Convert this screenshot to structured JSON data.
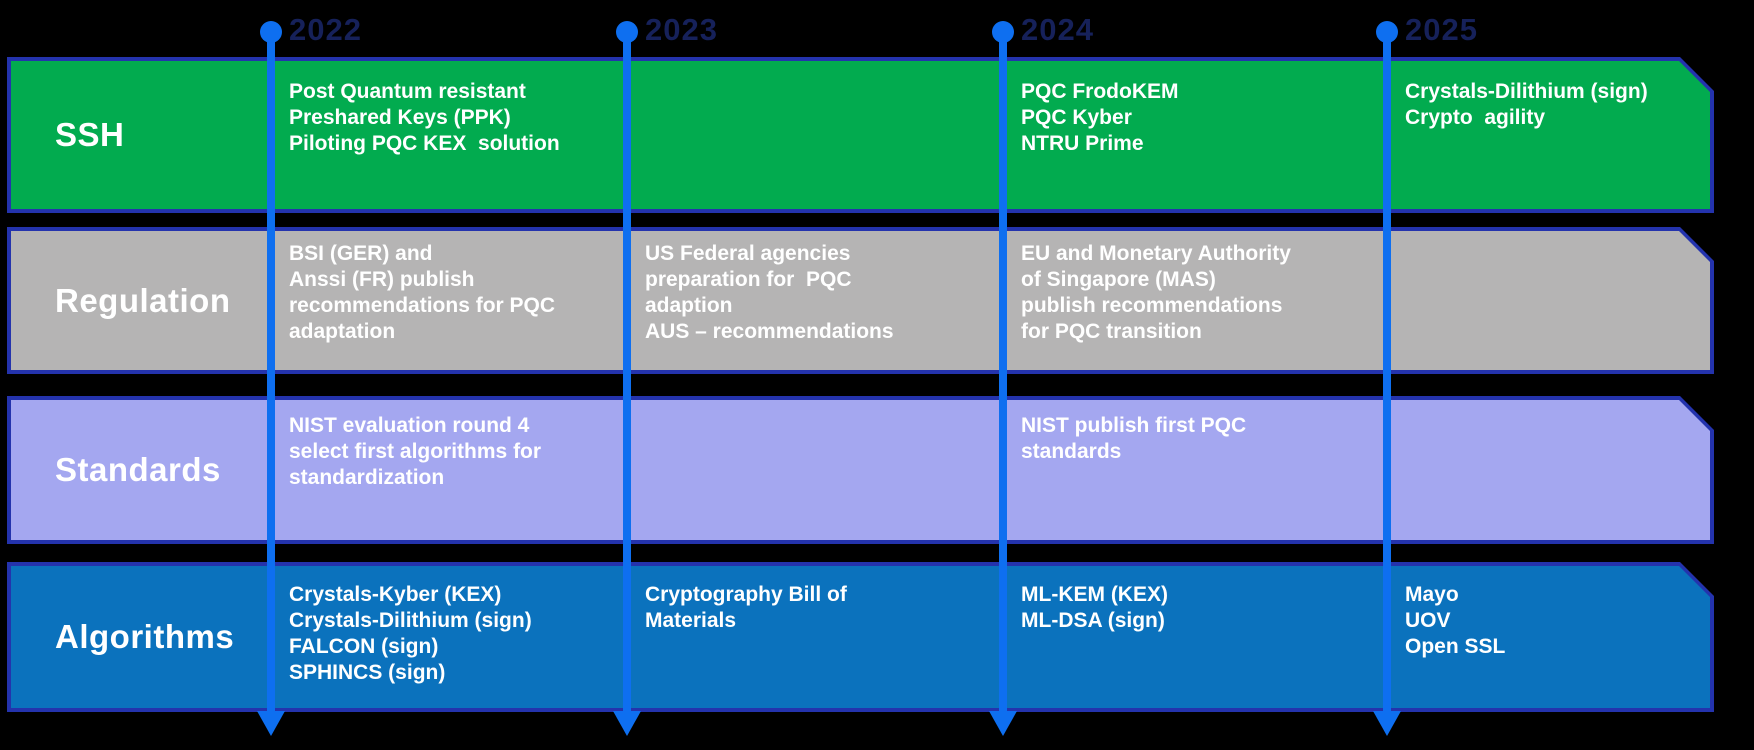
{
  "colors": {
    "background": "#000000",
    "band_border": "#2433AD",
    "timeline": "#0E6FF0",
    "year_text": "#16215A",
    "cell_text": "#FFFFFF"
  },
  "years": [
    "2022",
    "2023",
    "2024",
    "2025"
  ],
  "rows": [
    {
      "label": "SSH",
      "color": "#02AB4F",
      "cells": [
        "Post Quantum resistant\nPreshared Keys (PPK)\nPiloting PQC KEX  solution",
        "",
        "PQC FrodoKEM\nPQC Kyber\nNTRU Prime",
        "Crystals-Dilithium (sign)\nCrypto  agility"
      ]
    },
    {
      "label": "Regulation",
      "color": "#B5B4B4",
      "cells": [
        "BSI (GER) and\nAnssi (FR) publish\nrecommendations for PQC\nadaptation",
        "US Federal agencies\npreparation for  PQC\nadaption\nAUS – recommendations",
        "EU and Monetary Authority\nof Singapore (MAS)\npublish recommendations\nfor PQC transition",
        ""
      ]
    },
    {
      "label": "Standards",
      "color": "#A4A7F0",
      "cells": [
        "NIST evaluation round 4\nselect first algorithms for\nstandardization",
        "",
        "NIST publish first PQC\nstandards",
        ""
      ]
    },
    {
      "label": "Algorithms",
      "color": "#0B72BD",
      "cells": [
        "Crystals-Kyber (KEX)\nCrystals-Dilithium (sign)\nFALCON (sign)\nSPHINCS (sign)",
        "Cryptography Bill of\nMaterials",
        "ML-KEM (KEX)\nML-DSA (sign)",
        "Mayo\nUOV\nOpen SSL"
      ]
    }
  ]
}
